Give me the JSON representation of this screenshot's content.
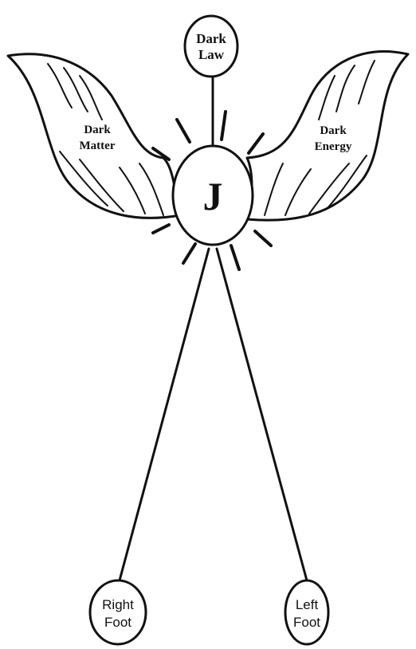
{
  "center": {
    "letter": "J"
  },
  "top_node": {
    "line1": "Dark",
    "line2": "Law"
  },
  "left_wing": {
    "line1": "Dark",
    "line2": "Matter"
  },
  "right_wing": {
    "line1": "Dark",
    "line2": "Energy"
  },
  "right_foot": {
    "line1": "Right",
    "line2": "Foot"
  },
  "left_foot": {
    "line1": "Left",
    "line2": "Foot"
  },
  "colors": {
    "stroke": "#111111",
    "background": "#ffffff"
  }
}
